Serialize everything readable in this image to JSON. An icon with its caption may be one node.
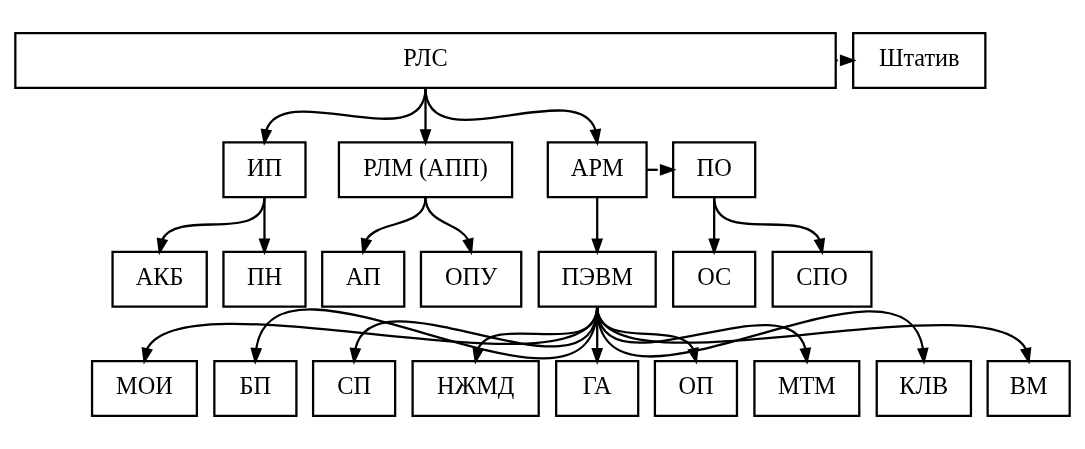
{
  "diagram": {
    "nodes": [
      {
        "text": [
          "РЛС"
        ]
      },
      {
        "text": [
          "Штатив"
        ]
      },
      {
        "text": [
          "ИП"
        ]
      },
      {
        "text": [
          "РЛМ (АПП)"
        ]
      },
      {
        "text": [
          "АРМ"
        ]
      },
      {
        "text": [
          "ПО"
        ]
      },
      {
        "text": [
          "АКБ"
        ]
      },
      {
        "text": [
          "ПН"
        ]
      },
      {
        "text": [
          "АП"
        ]
      },
      {
        "text": [
          "ОПУ"
        ]
      },
      {
        "text": [
          "ПЭВМ"
        ]
      },
      {
        "text": [
          "ОС"
        ]
      },
      {
        "text": [
          "СПО"
        ]
      },
      {
        "text": [
          "МОИ"
        ]
      },
      {
        "text": [
          "БП"
        ]
      },
      {
        "text": [
          "СП"
        ]
      },
      {
        "text": [
          "НЖМД"
        ]
      },
      {
        "text": [
          "ГА"
        ]
      },
      {
        "text": [
          "ОП"
        ]
      },
      {
        "text": [
          "МТМ"
        ]
      },
      {
        "text": [
          "КЛВ"
        ]
      },
      {
        "text": [
          "ВМ"
        ]
      }
    ],
    "edges": [
      {
        "from": 0,
        "to": 1,
        "arrow": "to"
      },
      {
        "from": 0,
        "to": 2,
        "arrow": "to"
      },
      {
        "from": 0,
        "to": 3,
        "arrow": "to"
      },
      {
        "from": 0,
        "to": 4,
        "arrow": "to"
      },
      {
        "from": 4,
        "to": 5,
        "arrow": "to"
      },
      {
        "from": 2,
        "to": 6,
        "arrow": "to"
      },
      {
        "from": 2,
        "to": 7,
        "arrow": "to"
      },
      {
        "from": 3,
        "to": 8,
        "arrow": "to"
      },
      {
        "from": 3,
        "to": 9,
        "arrow": "to"
      },
      {
        "from": 4,
        "to": 10,
        "arrow": "to"
      },
      {
        "from": 5,
        "to": 11,
        "arrow": "to"
      },
      {
        "from": 5,
        "to": 12,
        "arrow": "to"
      },
      {
        "from": 10,
        "to": 13,
        "arrow": "to"
      },
      {
        "from": 10,
        "to": 14,
        "arrow": "to"
      },
      {
        "from": 10,
        "to": 15,
        "arrow": "to"
      },
      {
        "from": 10,
        "to": 16,
        "arrow": "to"
      },
      {
        "from": 10,
        "to": 17,
        "arrow": "to"
      },
      {
        "from": 10,
        "to": 18,
        "arrow": "to"
      },
      {
        "from": 10,
        "to": 19,
        "arrow": "to"
      },
      {
        "from": 10,
        "to": 20,
        "arrow": "to"
      },
      {
        "from": 10,
        "to": 21,
        "arrow": "to"
      }
    ]
  }
}
